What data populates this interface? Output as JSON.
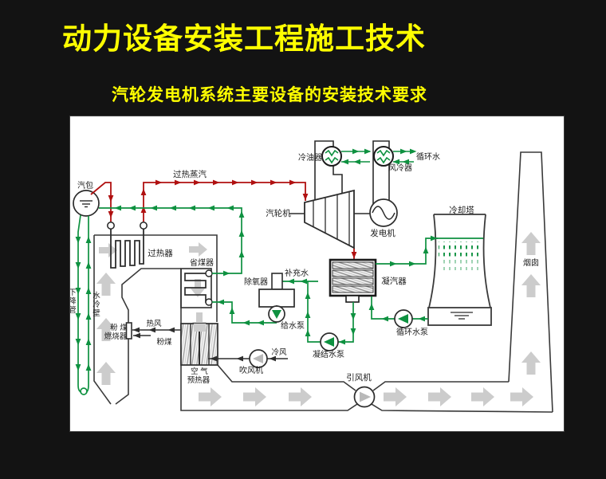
{
  "slide": {
    "title": "动力设备安装工程施工技术",
    "subtitle": "汽轮发电机系统主要设备的安装技术要求",
    "title_color": "#ffff00",
    "background_color": "#131313"
  },
  "diagram": {
    "colors": {
      "steam_line": "#b01010",
      "water_line": "#0e9140",
      "flue_arrow": "#cccccc",
      "equipment_line": "#3a3a3a"
    },
    "labels": {
      "steam_drum": "汽包",
      "superheated_steam": "过热蒸汽",
      "oil_cooler": "冷油器",
      "air_cooler": "风冷器",
      "circulating_water": "循环水",
      "steam_turbine": "汽轮机",
      "generator": "发电机",
      "cooling_tower": "冷却塔",
      "chimney": "烟囱",
      "superheater": "过热器",
      "economizer": "省煤器",
      "deaerator": "除氧器",
      "makeup_water": "补充水",
      "condenser": "凝汽器",
      "feedwater_pump": "给水泵",
      "condensate_pump": "凝结水泵",
      "circulating_water_pump": "循环水泵",
      "downcomer": "下降管",
      "water_wall": "水冷壁",
      "coal_burner_line1": "粉 煤",
      "coal_burner_line2": "燃烧器",
      "hot_air": "热风",
      "pulverized_coal": "粉煤",
      "air_preheater_line1": "空 气",
      "air_preheater_line2": "预热器",
      "cold_air": "冷风",
      "forced_draft_fan": "吹风机",
      "induced_draft_fan": "引风机"
    }
  }
}
